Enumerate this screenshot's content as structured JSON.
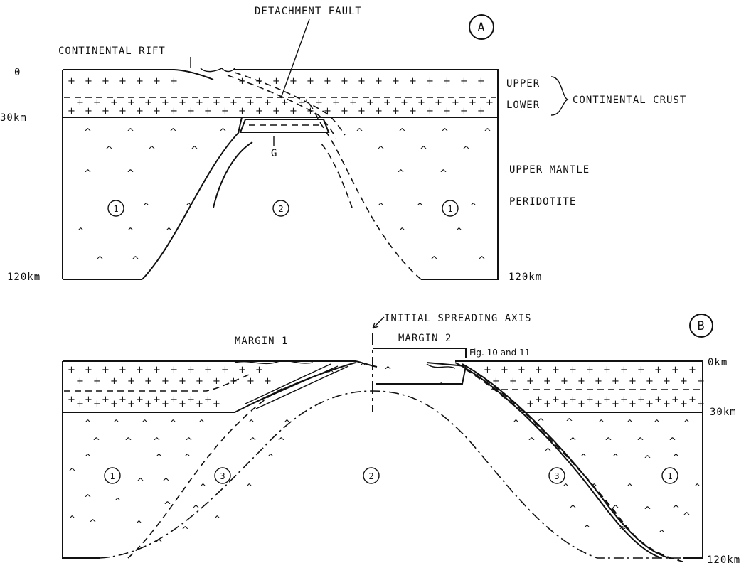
{
  "panel_a": {
    "letter": "A",
    "labels": {
      "detachment_fault": "DETACHMENT FAULT",
      "continental_rift": "CONTINENTAL RIFT",
      "upper": "UPPER",
      "lower": "LOWER",
      "continental_crust": "CONTINENTAL CRUST",
      "upper_mantle": "UPPER MANTLE",
      "peridotite": "PERIDOTITE",
      "g_marker": "G"
    },
    "depth_labels": {
      "top": "0",
      "moho": "30km",
      "bottom_left": "120km",
      "bottom_right": "120km"
    },
    "domains": {
      "left": "1",
      "center": "2",
      "right": "1"
    }
  },
  "panel_b": {
    "letter": "B",
    "labels": {
      "initial_spreading_axis": "INITIAL SPREADING AXIS",
      "margin_1": "MARGIN 1",
      "margin_2": "MARGIN 2",
      "fig_ref": "Fig. 10 and 11"
    },
    "depth_labels": {
      "top": "0km",
      "moho": "30km",
      "bottom": "120km"
    },
    "domains": {
      "left": "1",
      "left_mid": "3",
      "center": "2",
      "right_mid": "3",
      "right": "1"
    }
  },
  "symbols": {
    "crust": "+",
    "mantle": "^"
  }
}
